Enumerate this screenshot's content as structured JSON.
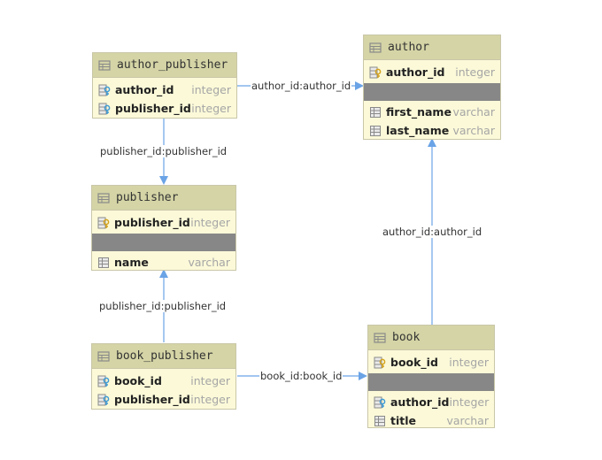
{
  "tables": {
    "author_publisher": {
      "name": "author_publisher",
      "columns": [
        {
          "name": "author_id",
          "type": "integer"
        },
        {
          "name": "publisher_id",
          "type": "integer"
        }
      ]
    },
    "author": {
      "name": "author",
      "columns": [
        {
          "name": "author_id",
          "type": "integer"
        },
        {
          "name": "first_name",
          "type": "varchar"
        },
        {
          "name": "last_name",
          "type": "varchar"
        }
      ]
    },
    "publisher": {
      "name": "publisher",
      "columns": [
        {
          "name": "publisher_id",
          "type": "integer"
        },
        {
          "name": "name",
          "type": "varchar"
        }
      ]
    },
    "book_publisher": {
      "name": "book_publisher",
      "columns": [
        {
          "name": "book_id",
          "type": "integer"
        },
        {
          "name": "publisher_id",
          "type": "integer"
        }
      ]
    },
    "book": {
      "name": "book",
      "columns": [
        {
          "name": "book_id",
          "type": "integer"
        },
        {
          "name": "author_id",
          "type": "integer"
        },
        {
          "name": "title",
          "type": "varchar"
        }
      ]
    }
  },
  "edges": {
    "ap_to_author": "author_id:author_id",
    "ap_to_publisher": "publisher_id:publisher_id",
    "bp_to_publisher": "publisher_id:publisher_id",
    "bp_to_book": "book_id:book_id",
    "book_to_author": "author_id:author_id"
  },
  "colors": {
    "table_header": "#d4d4a6",
    "table_body": "#fbf9d8",
    "table_border": "#c9c7a8",
    "separator": "#878787",
    "edge": "#6aa3e6",
    "key_icon": "#d4a21c",
    "fk_icon": "#3e9bd6"
  },
  "icons": {
    "table": "table-icon",
    "primary_key": "primary-key-column-icon",
    "foreign_key": "foreign-key-column-icon",
    "column": "column-icon"
  }
}
